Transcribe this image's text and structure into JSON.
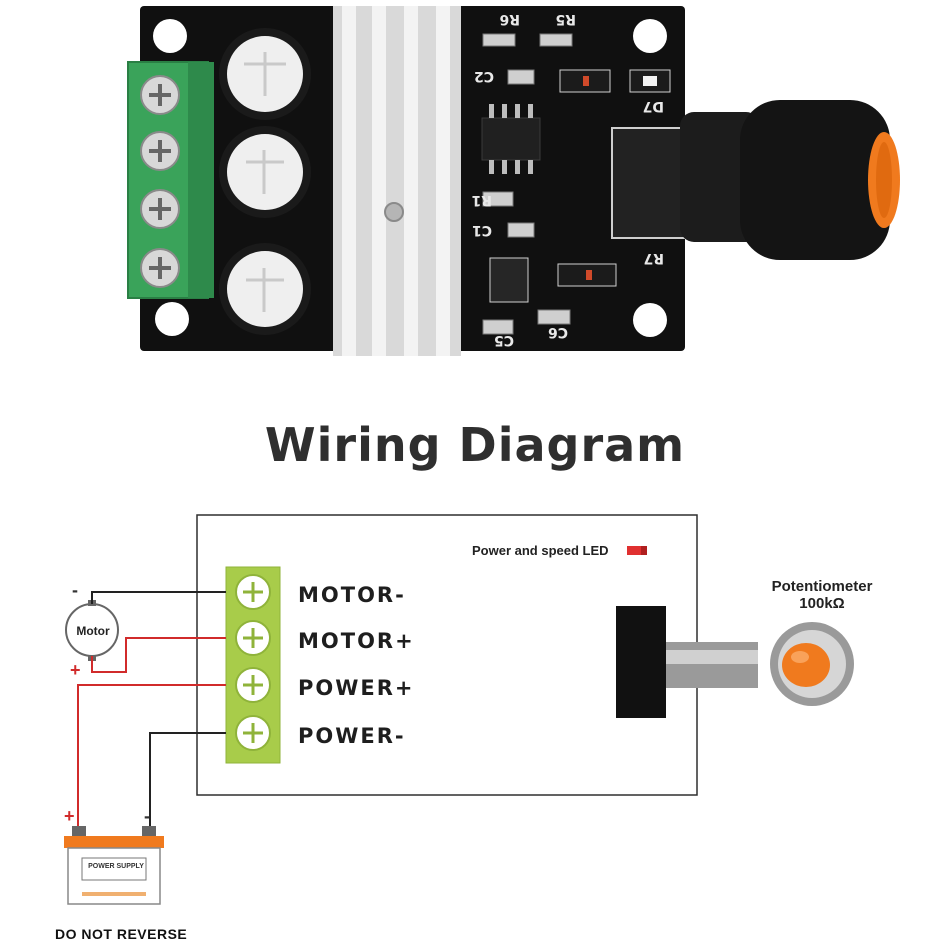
{
  "title": "Wiring Diagram",
  "terminals": [
    "MOTOR-",
    "MOTOR+",
    "POWER+",
    "POWER-"
  ],
  "led_label": "Power and speed LED",
  "potentiometer": {
    "label": "Potentiometer",
    "value": "100kΩ"
  },
  "motor": {
    "label": "Motor",
    "minus": "-",
    "plus": "+"
  },
  "power_supply": {
    "label": "POWER SUPPLY",
    "plus": "+",
    "minus": "-"
  },
  "warning": "DO NOT REVERSE",
  "board_silk": [
    "R6",
    "R5",
    "C2",
    "D7",
    "C1",
    "R1",
    "R7",
    "C5",
    "C6"
  ],
  "colors": {
    "board": "#111111",
    "terminal_block": "#3aa35a",
    "terminal_diagram": "#a8cc4a",
    "knob_orange": "#f07a1e",
    "wire_red": "#d12b2b",
    "wire_black": "#222222",
    "battery_top": "#f07a1e"
  }
}
